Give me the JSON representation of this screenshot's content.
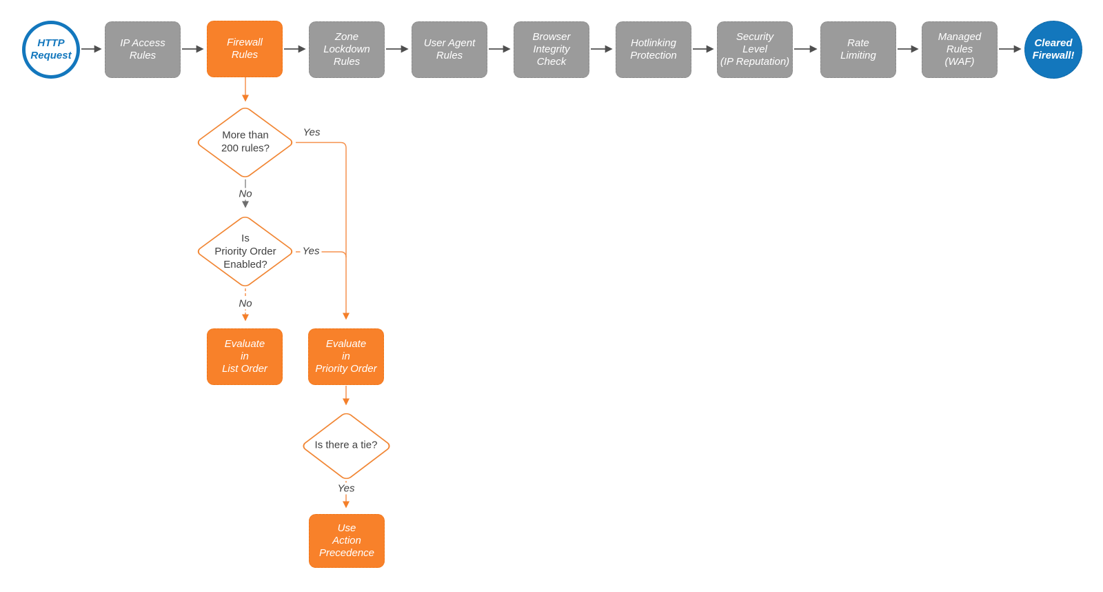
{
  "colors": {
    "node_gray": "#9B9B9B",
    "node_gray_border": "#8A8A8A",
    "node_orange": "#F8812A",
    "node_orange_border": "#EF7517",
    "diamond_border": "#F18634",
    "line_orange": "#F5914D",
    "line_gray": "#8C8C8C",
    "arrow_dark": "#4F4F4F",
    "blue": "#1377BD",
    "text_dark": "#3F3F3F",
    "text_light": "#FFFFFF"
  },
  "pipeline": [
    {
      "id": "http-request",
      "shape": "circle-outline",
      "label": "HTTP\nRequest"
    },
    {
      "id": "ip-access-rules",
      "shape": "box-gray",
      "label": "IP Access\nRules"
    },
    {
      "id": "firewall-rules",
      "shape": "box-orange",
      "label": "Firewall\nRules"
    },
    {
      "id": "zone-lockdown-rules",
      "shape": "box-gray",
      "label": "Zone\nLockdown\nRules"
    },
    {
      "id": "user-agent-rules",
      "shape": "box-gray",
      "label": "User Agent\nRules"
    },
    {
      "id": "browser-integrity-check",
      "shape": "box-gray",
      "label": "Browser\nIntegrity\nCheck"
    },
    {
      "id": "hotlinking-protection",
      "shape": "box-gray",
      "label": "Hotlinking\nProtection"
    },
    {
      "id": "security-level",
      "shape": "box-gray",
      "label": "Security\nLevel\n(IP Reputation)"
    },
    {
      "id": "rate-limiting",
      "shape": "box-gray",
      "label": "Rate\nLimiting"
    },
    {
      "id": "managed-rules-waf",
      "shape": "box-gray",
      "label": "Managed\nRules\n(WAF)"
    },
    {
      "id": "cleared-firewall",
      "shape": "circle-filled",
      "label": "Cleared\nFirewall!"
    }
  ],
  "decisions": [
    {
      "id": "more-than-200-rules",
      "label": "More than\n200 rules?"
    },
    {
      "id": "priority-order-enabled",
      "label": "Is\nPriority Order\nEnabled?"
    },
    {
      "id": "is-there-a-tie",
      "label": "Is there a tie?"
    }
  ],
  "actions": [
    {
      "id": "evaluate-in-list-order",
      "label": "Evaluate\nin\nList Order"
    },
    {
      "id": "evaluate-in-priority-order",
      "label": "Evaluate\nin\nPriority Order"
    },
    {
      "id": "use-action-precedence",
      "label": "Use\nAction\nPrecedence"
    }
  ],
  "edge_labels": {
    "more_than_200_yes": "Yes",
    "more_than_200_no": "No",
    "priority_enabled_yes": "Yes",
    "priority_enabled_no": "No",
    "tie_yes": "Yes"
  }
}
